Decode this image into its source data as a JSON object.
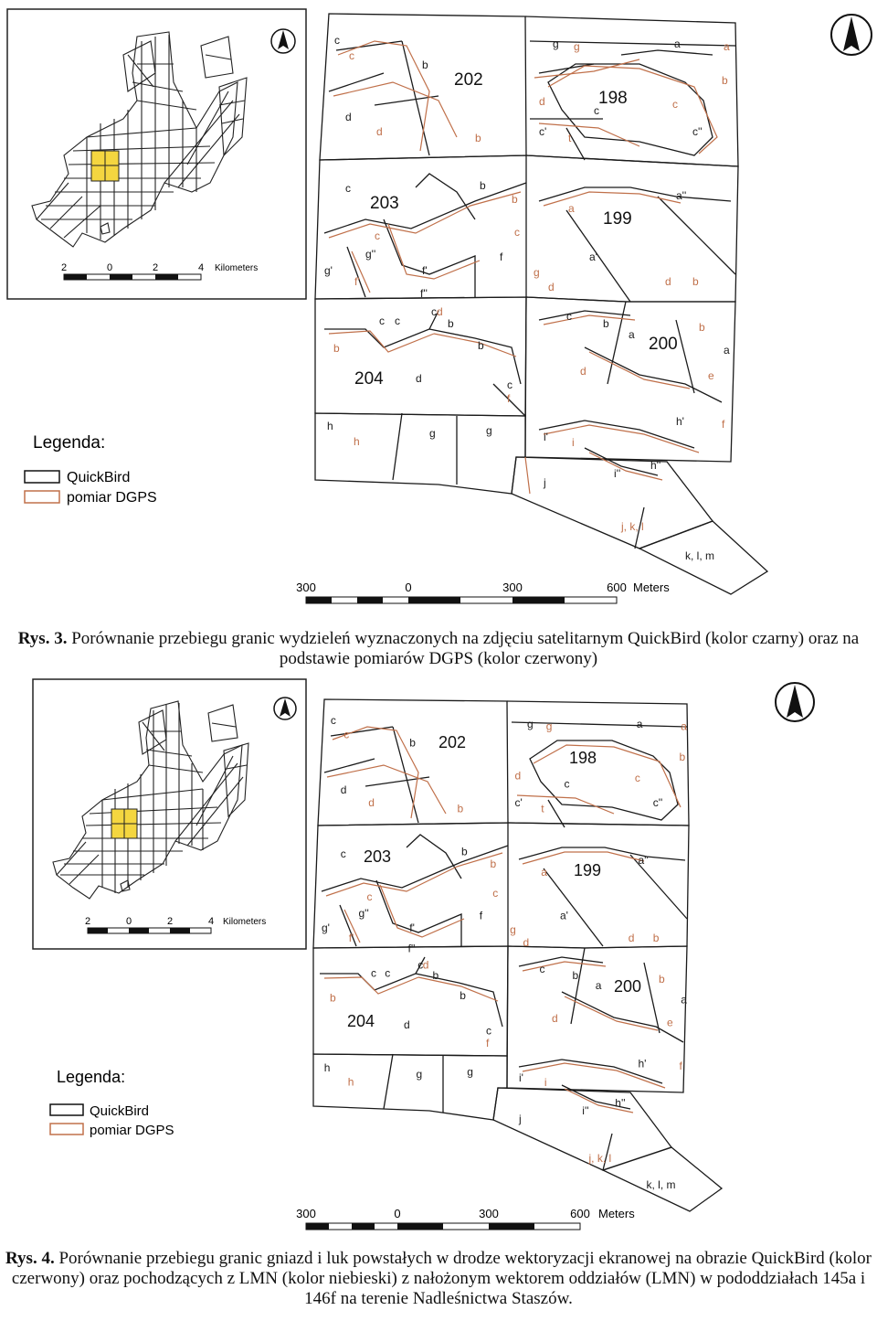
{
  "figure1": {
    "caption_label": "Rys. 3.",
    "caption_text": "Porównanie przebiegu granic wydzieleń wyznaczonych na zdjęciu satelitarnym QuickBird (kolor czarny) oraz na podstawie pomiarów DGPS (kolor czerwony)",
    "legend_title": "Legenda:",
    "legend_items": [
      "QuickBird",
      "pomiar DGPS"
    ],
    "inset_scale_labels": [
      "2",
      "0",
      "2",
      "4",
      "Kilometers"
    ],
    "main_scale_labels": [
      "300",
      "0",
      "300",
      "600",
      "Meters"
    ]
  },
  "figure2": {
    "caption_label": "Rys. 4.",
    "caption_text": "Porównanie przebiegu granic gniazd i luk powstałych w drodze wektoryzacji ekranowej na obrazie QuickBird (kolor czerwony) oraz pochodzących z LMN (kolor niebieski) z nałożonym wektorem oddziałów (LMN) w pododdziałach 145a i 146f na terenie Nadleśnictwa Staszów.",
    "legend_title": "Legenda:",
    "legend_items": [
      "QuickBird",
      "pomiar DGPS"
    ],
    "inset_scale_labels": [
      "2",
      "0",
      "2",
      "4",
      "Kilometers"
    ],
    "main_scale_labels": [
      "300",
      "0",
      "300",
      "600",
      "Meters"
    ]
  },
  "map_labels": {
    "compartments": [
      "202",
      "198",
      "203",
      "199",
      "204",
      "200"
    ],
    "black": [
      "c",
      "b",
      "d",
      "g",
      "a",
      "c",
      "c'",
      "c''",
      "c",
      "b",
      "a''",
      "g''",
      "g'",
      "f'",
      "f''",
      "f",
      "a'",
      "c",
      "c",
      "c",
      "b",
      "c",
      "c",
      "b",
      "a",
      "b",
      "d",
      "a",
      "h",
      "g",
      "g",
      "i'",
      "i''",
      "h'",
      "h''",
      "j",
      "k, l, m"
    ],
    "red": [
      "c",
      "d",
      "b",
      "g",
      "a",
      "b",
      "d",
      "t",
      "c",
      "b",
      "a",
      "c",
      "f'",
      "g",
      "d",
      "d",
      "c",
      "b",
      "b",
      "d",
      "b",
      "e",
      "d",
      "f",
      "h",
      "i",
      "f",
      "j, k, l"
    ]
  },
  "colors": {
    "boundary_black": "#1a1a1a",
    "boundary_red": "#c0704a",
    "highlight_yellow": "#f4d640"
  }
}
